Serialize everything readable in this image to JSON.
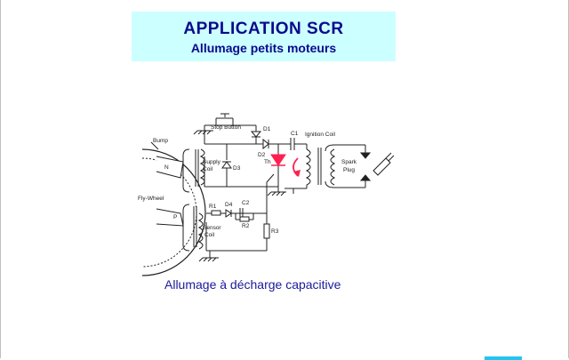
{
  "title": {
    "line1": "APPLICATION  SCR",
    "line2": "Allumage petits moteurs"
  },
  "diagram": {
    "labels": {
      "bump": "Bump",
      "stop_button": "Stop Button",
      "d1": "D1",
      "d2": "D2",
      "d3": "D3",
      "d4": "D4",
      "c1": "C1",
      "c2": "C2",
      "r1": "R1",
      "r2": "R2",
      "r3": "R3",
      "th": "Th",
      "ignition_coil": "Ignition Coil",
      "supply_coil_1": "Supply",
      "supply_coil_2": "Coil",
      "sensor_coil_1": "Sensor",
      "sensor_coil_2": "Coil",
      "spark_plug_1": "Spark",
      "spark_plug_2": "Plug",
      "flywheel": "Fly-Wheel",
      "pole_n": "N",
      "pole_p": "P"
    },
    "colors": {
      "scr_arrow": "#ff2050",
      "wire": "#202020"
    }
  },
  "caption": "Allumage à décharge capacitive"
}
